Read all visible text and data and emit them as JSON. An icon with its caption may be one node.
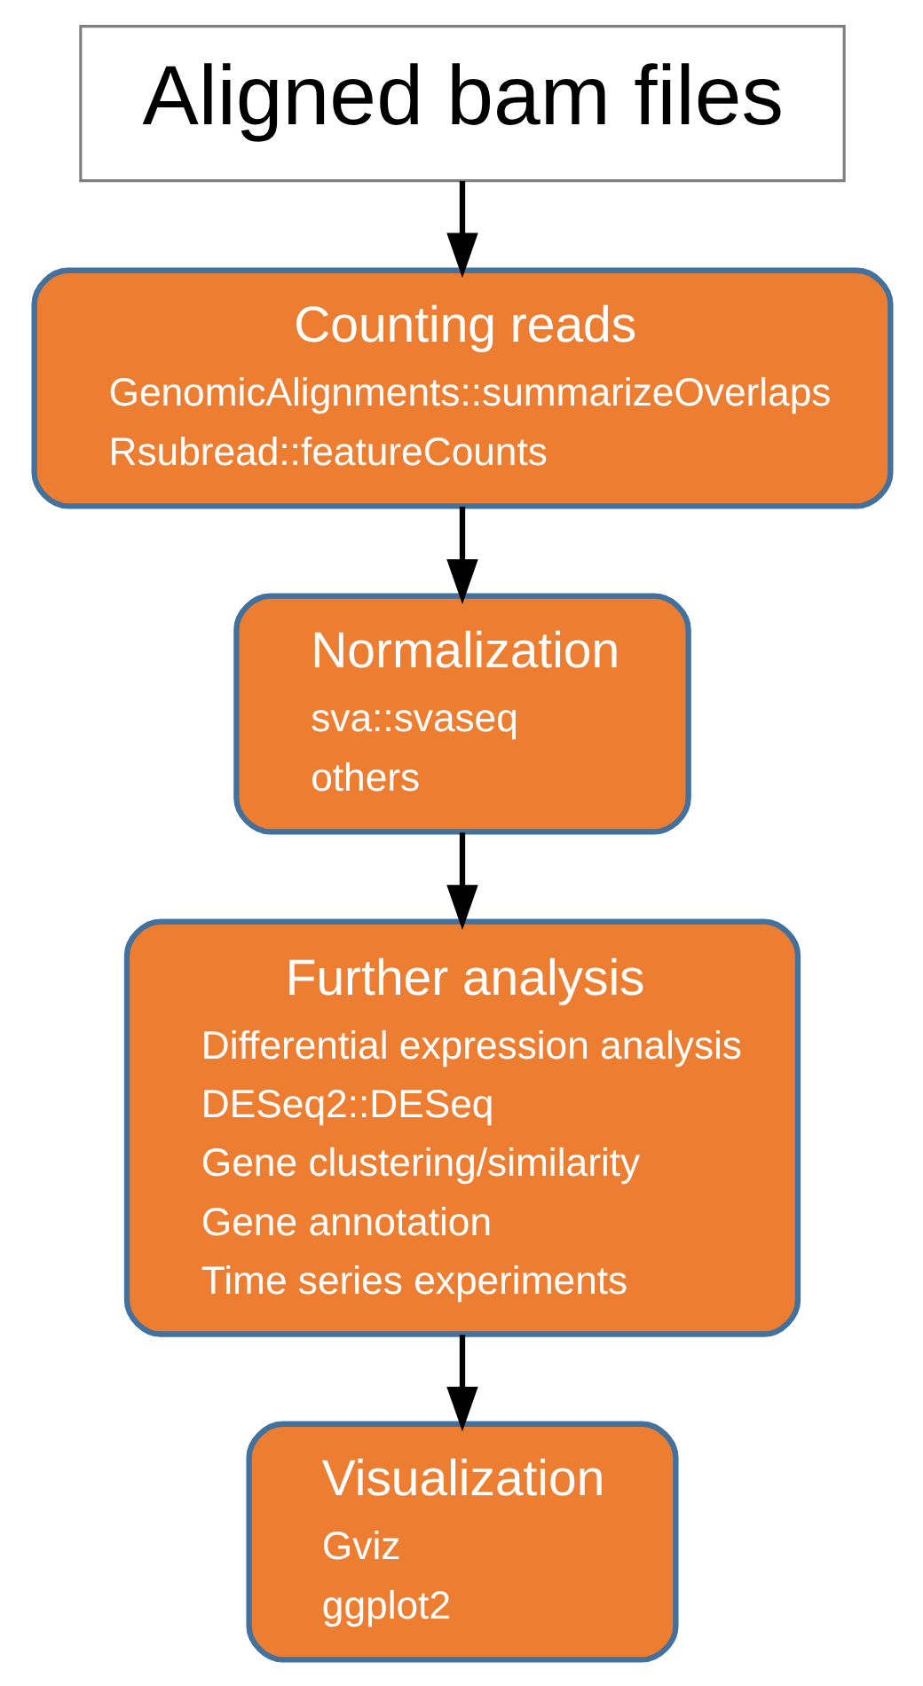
{
  "diagram": {
    "nodes": [
      {
        "text": [
          "Aligned bam files"
        ]
      },
      {
        "text": [
          "Counting reads",
          "GenomicAlignments::summarizeOverlaps",
          "Rsubread::featureCounts"
        ]
      },
      {
        "text": [
          "Normalization",
          "sva::svaseq",
          "others"
        ]
      },
      {
        "text": [
          "Further analysis",
          "Differential expression analysis",
          "DESeq2::DESeq",
          "Gene clustering/similarity",
          "Gene annotation",
          "Time series experiments"
        ]
      },
      {
        "text": [
          "Visualization",
          "Gviz",
          "ggplot2"
        ]
      }
    ],
    "edges": [
      {
        "from": 0,
        "to": 1,
        "arrow": "to"
      },
      {
        "from": 1,
        "to": 2,
        "arrow": "to"
      },
      {
        "from": 2,
        "to": 3,
        "arrow": "to"
      },
      {
        "from": 3,
        "to": 4,
        "arrow": "to"
      }
    ]
  }
}
